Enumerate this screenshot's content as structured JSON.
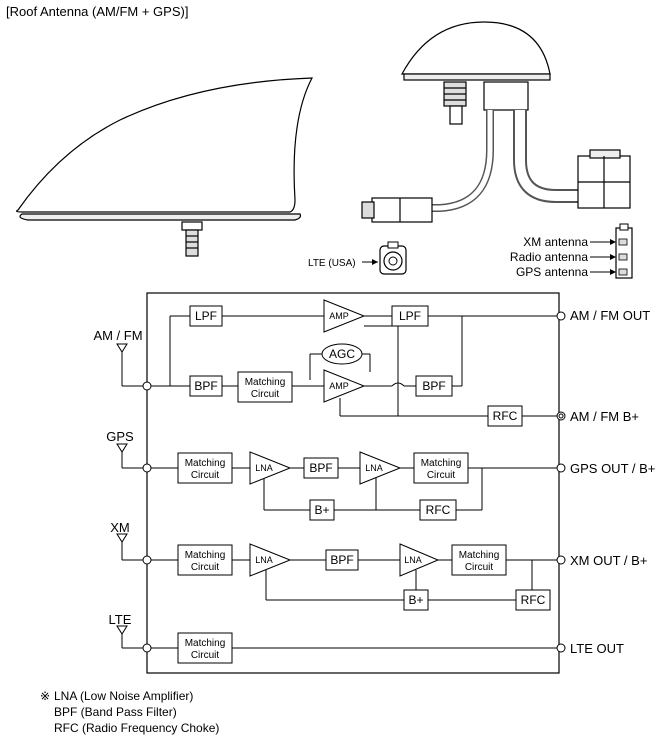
{
  "title": "[Roof Antenna (AM/FM + GPS)]",
  "labels": {
    "lte_usa": "LTE (USA)",
    "xm_antenna": "XM antenna",
    "radio_antenna": "Radio antenna",
    "gps_antenna": "GPS antenna"
  },
  "inputs": {
    "amfm": "AM / FM",
    "gps": "GPS",
    "xm": "XM",
    "lte": "LTE"
  },
  "outputs": {
    "amfm_out": "AM / FM OUT",
    "amfm_bplus": "AM / FM B+",
    "gps_out": "GPS OUT / B+",
    "xm_out": "XM OUT / B+",
    "lte_out": "LTE OUT"
  },
  "blocks": {
    "lpf": "LPF",
    "bpf": "BPF",
    "amp": "AMP",
    "agc": "AGC",
    "rfc": "RFC",
    "lna": "LNA",
    "bplus": "B+",
    "matching_1": "Matching",
    "matching_2": "Circuit"
  },
  "legend": {
    "mark": "※",
    "lna": "LNA (Low Noise Amplifier)",
    "bpf": "BPF (Band Pass Filter)",
    "rfc": "RFC (Radio Frequency Choke)"
  }
}
